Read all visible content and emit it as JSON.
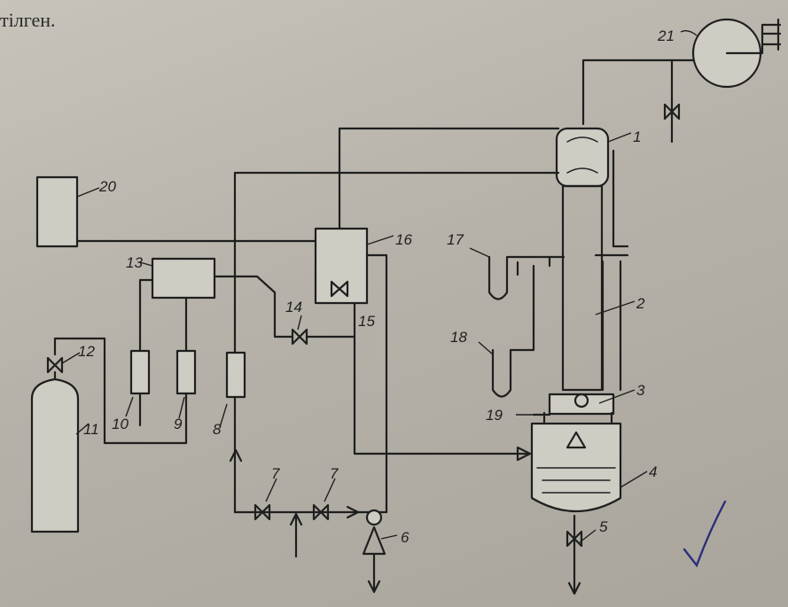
{
  "caption": "тілген.",
  "labels": {
    "l1": "1",
    "l2": "2",
    "l3": "3",
    "l4": "4",
    "l5": "5",
    "l6": "6",
    "l7a": "7",
    "l7b": "7",
    "l8": "8",
    "l9": "9",
    "l10": "10",
    "l11": "11",
    "l12": "12",
    "l13": "13",
    "l14": "14",
    "l15": "15",
    "l16": "16",
    "l17": "17",
    "l18": "18",
    "l19": "19",
    "l20": "20",
    "l21": "21"
  },
  "colors": {
    "ink": "#1f1f1f",
    "paper": "#c7c3ba",
    "check_mark": "#2a2f7a"
  }
}
